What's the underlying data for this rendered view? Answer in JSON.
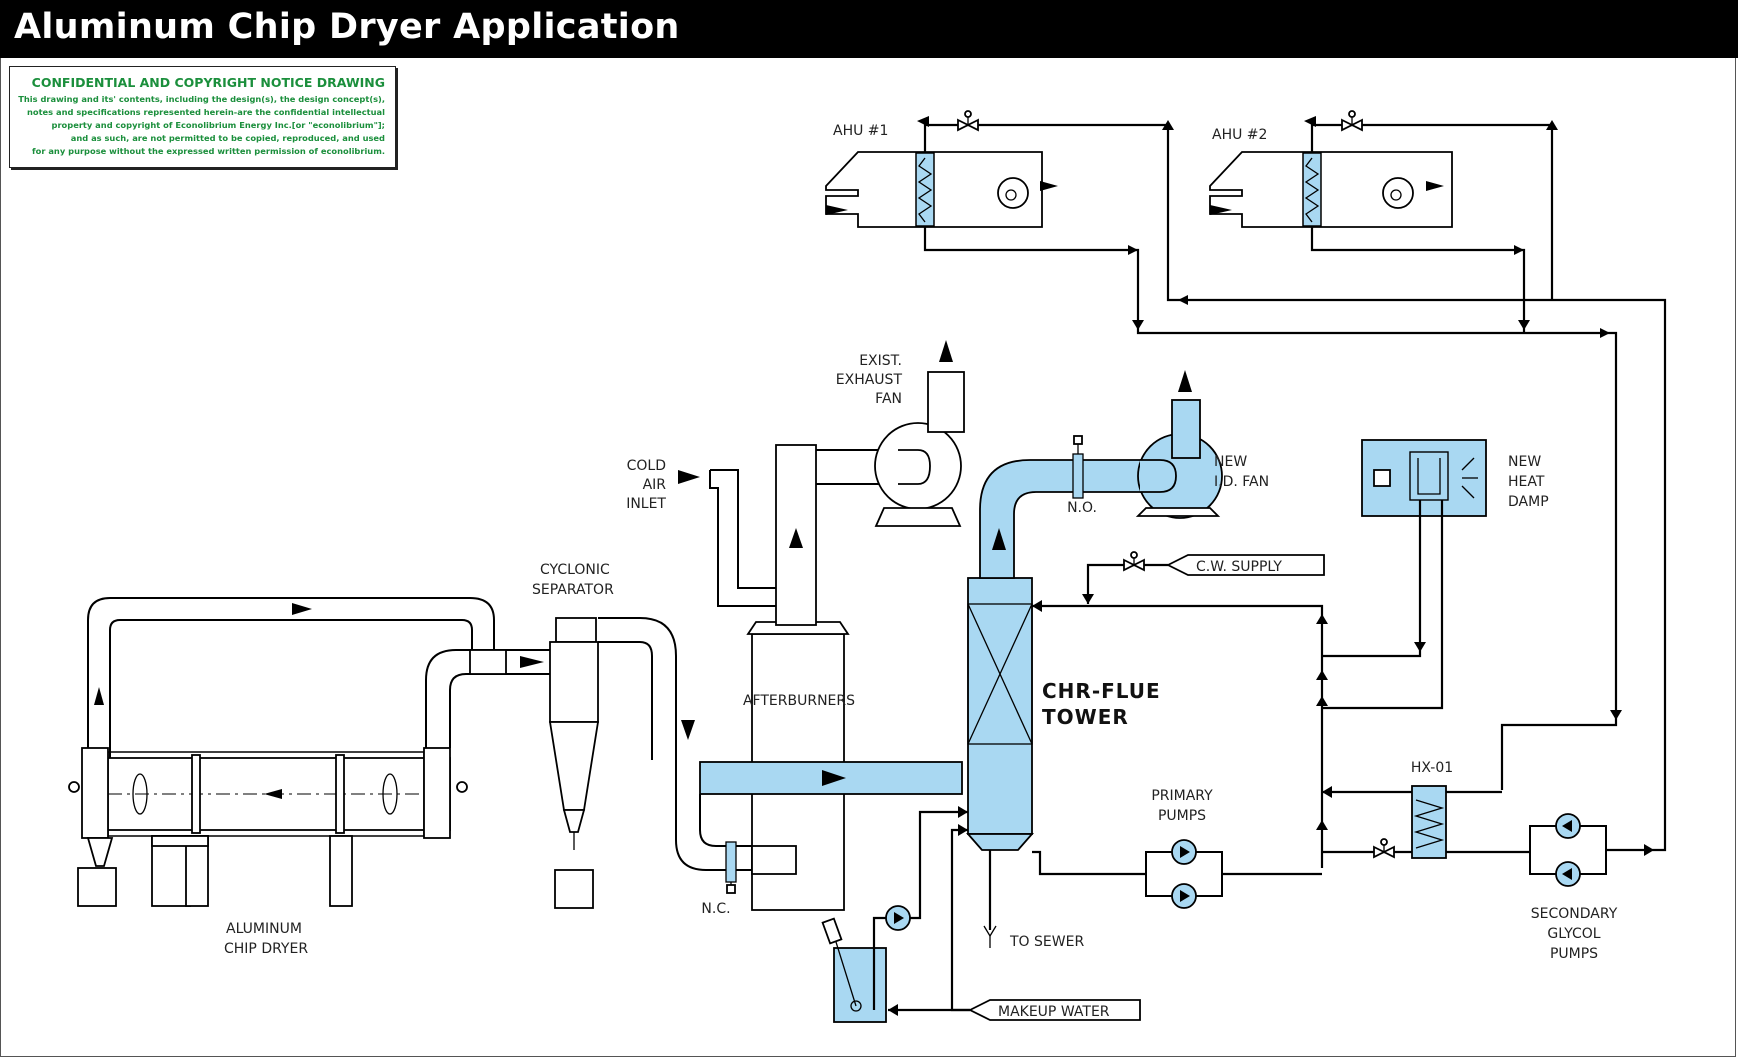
{
  "header": {
    "title": "Aluminum Chip Dryer Application"
  },
  "notice": {
    "title": "CONFIDENTIAL AND COPYRIGHT NOTICE DRAWING",
    "lines": [
      "This drawing and its' contents, including the design(s), the design concept(s),",
      "notes and specifications represented herein-are the confidential intellectual",
      "property and copyright of Econolibrium Energy Inc.[or \"econolibrium\"];",
      "and as such, are not permitted to be copied, reproduced, and used",
      "for any purpose without the expressed written permission of econolibrium."
    ]
  },
  "labels": {
    "ahu1": "AHU #1",
    "ahu2": "AHU #2",
    "exist_fan": [
      "EXIST.",
      "EXHAUST",
      "FAN"
    ],
    "cold_air": [
      "COLD",
      "AIR",
      "INLET"
    ],
    "new_fan": [
      "NEW",
      "I.D. FAN"
    ],
    "new_heat": [
      "NEW",
      "HEAT",
      "DAMP"
    ],
    "no": "N.O.",
    "nc": "N.C.",
    "cw_supply": "C.W. SUPPLY",
    "cyclonic": [
      "CYCLONIC",
      "SEPARATOR"
    ],
    "afterburners": "AFTERBURNERS",
    "tower": [
      "CHR-FLUE",
      "TOWER"
    ],
    "primary_pumps": [
      "PRIMARY",
      "PUMPS"
    ],
    "hx": "HX-01",
    "secondary_pumps": [
      "SECONDARY",
      "GLYCOL",
      "PUMPS"
    ],
    "dryer": [
      "ALUMINUM",
      "CHIP DRYER"
    ],
    "sewer": "TO SEWER",
    "makeup": "MAKEUP WATER"
  },
  "colors": {
    "process_blue": "#a9d8f2",
    "notice_green": "#1b8f3c",
    "header_bg": "#000000"
  }
}
